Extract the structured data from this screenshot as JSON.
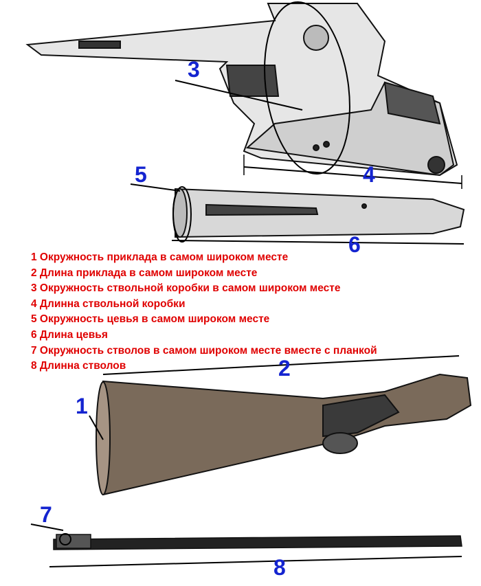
{
  "labels": {
    "n1": "1",
    "n2": "2",
    "n3": "3",
    "n4": "4",
    "n5": "5",
    "n6": "6",
    "n7": "7",
    "n8": "8"
  },
  "legend": [
    "1 Окружность приклада в самом широком месте",
    "2 Длина приклада в самом широком месте",
    "3 Окружность ствольной коробки в самом широком месте",
    "4 Длинна ствольной коробки",
    "5 Окружность цевья в самом широком месте",
    "6 Длина цевья",
    "7 Окружность стволов в самом широком месте вместе с планкой",
    "8 Длинна стволов"
  ],
  "colors": {
    "legend": "#e00000",
    "numbers": "#1424d0"
  }
}
